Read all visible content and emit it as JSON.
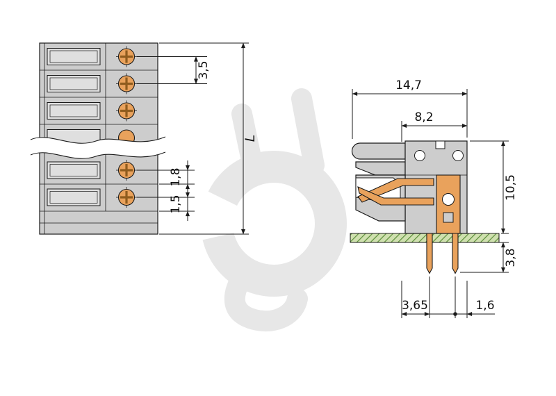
{
  "page": {
    "title": "Connector dimensional drawing",
    "background": "#ffffff"
  },
  "front_view": {
    "dim_pitch": "3,5",
    "dim_contact_to_edge": "1,8",
    "dim_contact_to_bottom": "1,5",
    "dim_total_length": "L"
  },
  "side_view": {
    "dim_total_depth": "14,7",
    "dim_body_depth": "8,2",
    "dim_height_above_board": "10,5",
    "dim_pin_below_board": "3,8",
    "dim_pin_to_face": "3,65",
    "dim_pin_to_back": "1,6"
  },
  "colors": {
    "outline": "#1a1a1a",
    "housing_gray": "#cdcdcd",
    "opening_gray": "#dfdfdf",
    "contact_orange": "#e9a25c",
    "contact_slot_brown": "#8f5c1e",
    "pcb_hatch_green": "#5c8f3a",
    "pcb_fill_green": "#cfe0af",
    "watermark_gray": "#e7e7e7"
  }
}
